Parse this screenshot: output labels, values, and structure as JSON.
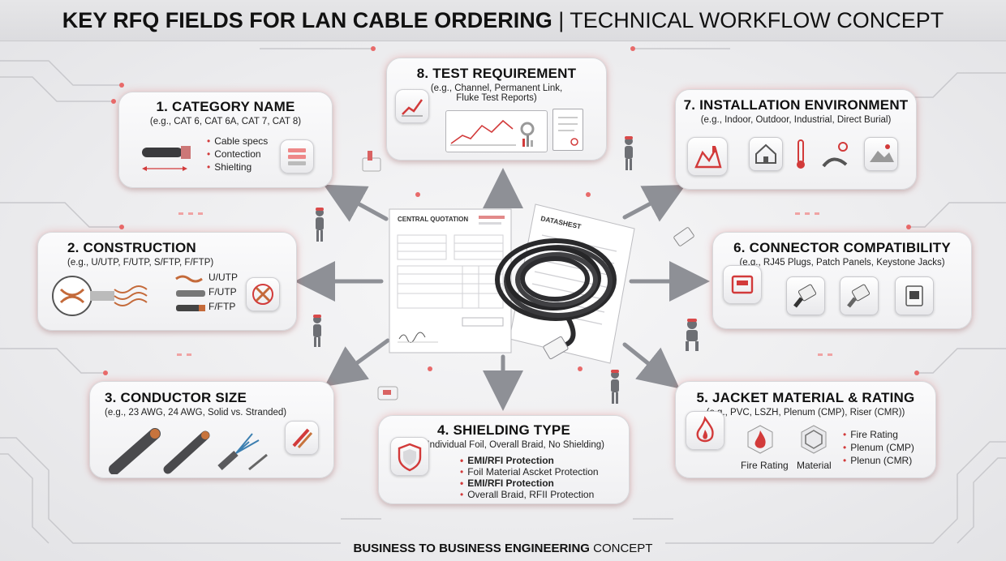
{
  "title": {
    "bold": "KEY RFQ FIELDS FOR LAN CABLE ORDERING",
    "light": " | TECHNICAL WORKFLOW CONCEPT"
  },
  "footer": {
    "bold": "BUSINESS TO BUSINESS ENGINEERING",
    "light": " CONCEPT"
  },
  "center": {
    "quotation_title": "CENTRAL QUOTATION",
    "datasheet_title": "DATASHEST"
  },
  "cards": {
    "category": {
      "title": "1. CATEGORY NAME",
      "example": "(e.g., CAT 6, CAT 6A, CAT 7, CAT 8)",
      "bullets": [
        "Cable specs",
        "Contection",
        "Shielting"
      ]
    },
    "construction": {
      "title": "2. CONSTRUCTION",
      "example": "(e.g., U/UTP, F/UTP, S/FTP, F/FTP)",
      "labels": [
        "U/UTP",
        "F/UTP",
        "F/FTP"
      ]
    },
    "conductor": {
      "title": "3. CONDUCTOR SIZE",
      "example": "(e.g., 23 AWG, 24 AWG, Solid vs. Stranded)"
    },
    "shielding": {
      "title": "4. SHIELDING TYPE",
      "example": "(e.g., Individual Foil, Overall Braid, No Shielding)",
      "bullets": [
        {
          "text": "EMI/RFI Protection",
          "bold": true
        },
        {
          "text": "Foil Material Ascket Protection",
          "bold": false
        },
        {
          "text": "EMI/RFI Protection",
          "bold": true
        },
        {
          "text": "Overall Braid, RFII Protection",
          "bold": false
        }
      ]
    },
    "jacket": {
      "title": "5. JACKET MATERIAL & RATING",
      "example": "(e.g., PVC, LSZH, Plenum (CMP), Riser (CMR))",
      "icon_labels": [
        "Fire Rating",
        "Material"
      ],
      "bullets": [
        "Fire Rating",
        "Plenum (CMP)",
        "Plenun (CMR)"
      ]
    },
    "connector": {
      "title": "6. CONNECTOR COMPATIBILITY",
      "example": "(e.g., RJ45 Plugs, Patch Panels, Keystone Jacks)"
    },
    "environment": {
      "title": "7. INSTALLATION ENVIRONMENT",
      "example": "(e.g., Indoor, Outdoor, Industrial, Direct Burial)"
    },
    "test": {
      "title": "8. TEST REQUIREMENT",
      "example_line1": "(e.g., Channel, Permanent Link,",
      "example_line2": "Fluke Test Reports)"
    }
  },
  "colors": {
    "accent": "#d23a3a",
    "card_bg": "#f6f6f7",
    "arrow": "#8e9096",
    "glow": "#e85c5c"
  },
  "icons": {
    "category": "cable-spec-sheet-icon",
    "construction": "twisted-pair-icon",
    "conductor": "copper-wire-icon",
    "shielding": "shield-icon",
    "jacket": "flame-icon",
    "connector": "rj45-plug-icon",
    "environment": "factory-icon",
    "test": "line-chart-icon"
  }
}
